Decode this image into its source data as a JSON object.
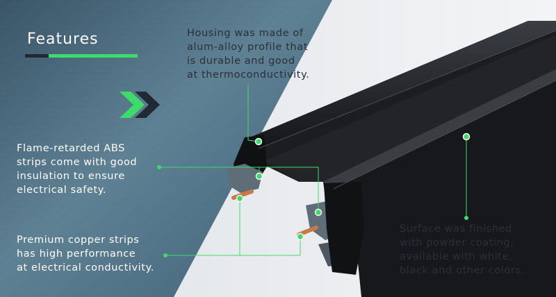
{
  "heading": "Features",
  "callouts": {
    "housing": [
      "Housing was made of",
      "alum-alloy profile that",
      "is durable and good",
      "at thermoconductivity."
    ],
    "flame": [
      "Flame-retarded ABS",
      "strips come with good",
      "insulation to ensure",
      "electrical safety."
    ],
    "copper": [
      "Premium copper strips",
      "has high performance",
      "at electrical conductivity."
    ],
    "surface": [
      "Surface was finished",
      "with powder coating,",
      "available with white,",
      "black and other colors."
    ]
  },
  "colors": {
    "accent": "#3ddc6a",
    "panel_dark": "#2f4a5f",
    "panel_light": "#7f9fb0",
    "background": "#e9ebee"
  },
  "icons": {
    "chevrons": "double-chevron-right-icon"
  }
}
